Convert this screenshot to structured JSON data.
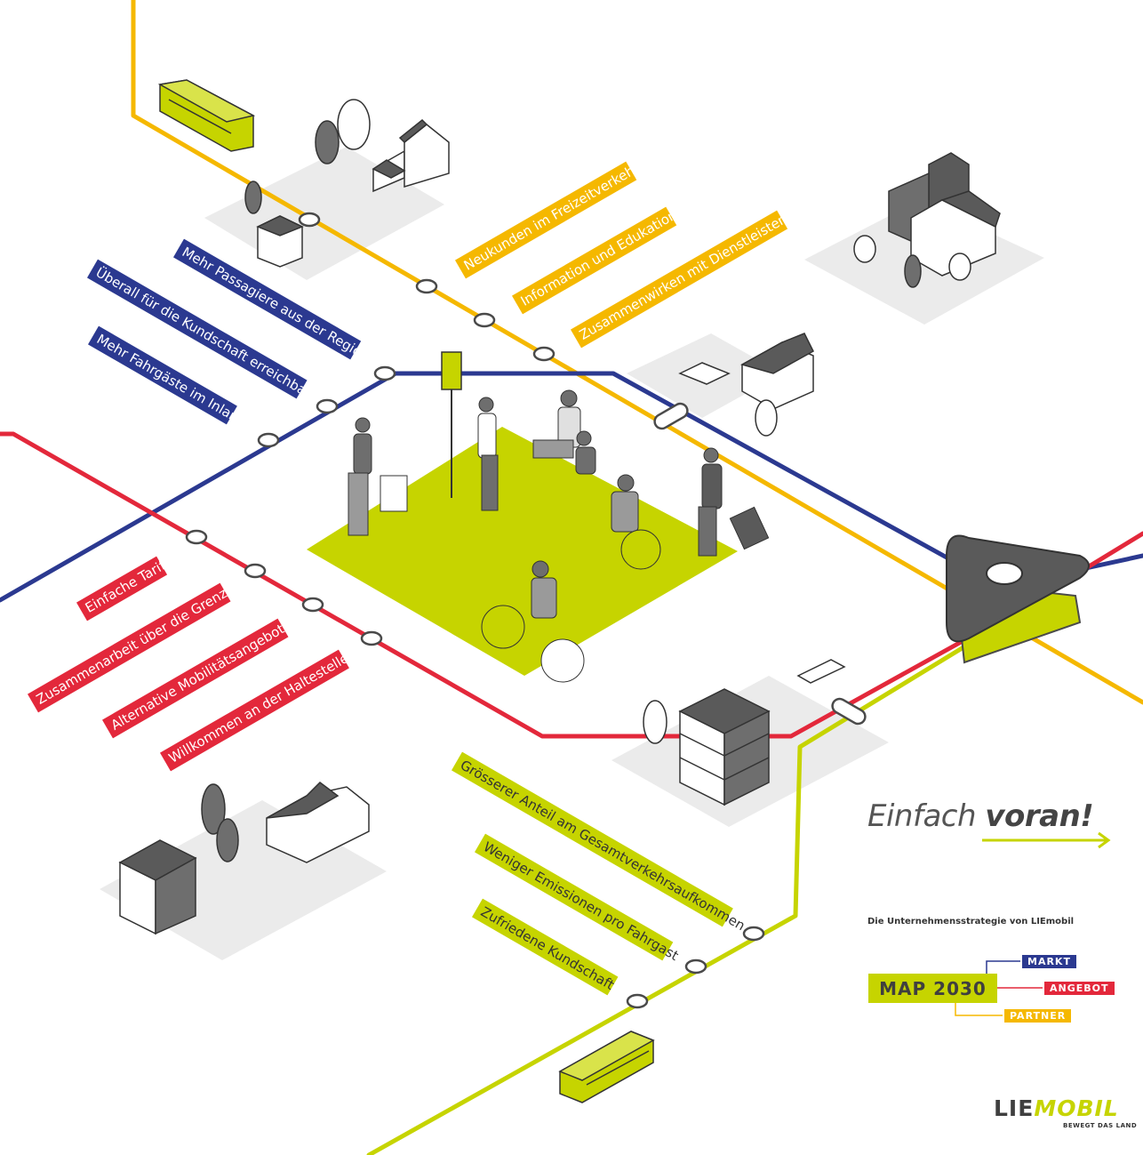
{
  "colors": {
    "yellow": "#f5b800",
    "blue": "#2b3990",
    "red": "#e3283b",
    "green": "#c6d400",
    "grey": "#5a5a5a"
  },
  "labels": {
    "yellow": [
      "Neukunden im Freizeitverkehr",
      "Information und Edukation",
      "Zusammenwirken mit Dienstleistern"
    ],
    "blue": [
      "Mehr Passagiere aus der Region",
      "Überall für die Kundschaft erreichbar",
      "Mehr Fahrgäste im Inland"
    ],
    "red": [
      "Einfache Tarife",
      "Zusammenarbeit über die Grenzen",
      "Alternative Mobilitätsangebote",
      "Willkommen an der Haltestelle"
    ],
    "green": [
      "Grösserer Anteil am Gesamtverkehrsaufkommen",
      "Weniger Emissionen pro Fahrgast",
      "Zufriedene Kundschaft"
    ]
  },
  "slogan": {
    "light": "Einfach",
    "bold": "voran!"
  },
  "subtitle": "Die Unternehmensstrategie von LIEmobil",
  "strategy": {
    "name": "MAP 2030",
    "tags": [
      "MARKT",
      "ANGEBOT",
      "PARTNER"
    ]
  },
  "logo": {
    "part1": "LIE",
    "part2": "MOBIL",
    "claim": "BEWEGT DAS LAND"
  }
}
